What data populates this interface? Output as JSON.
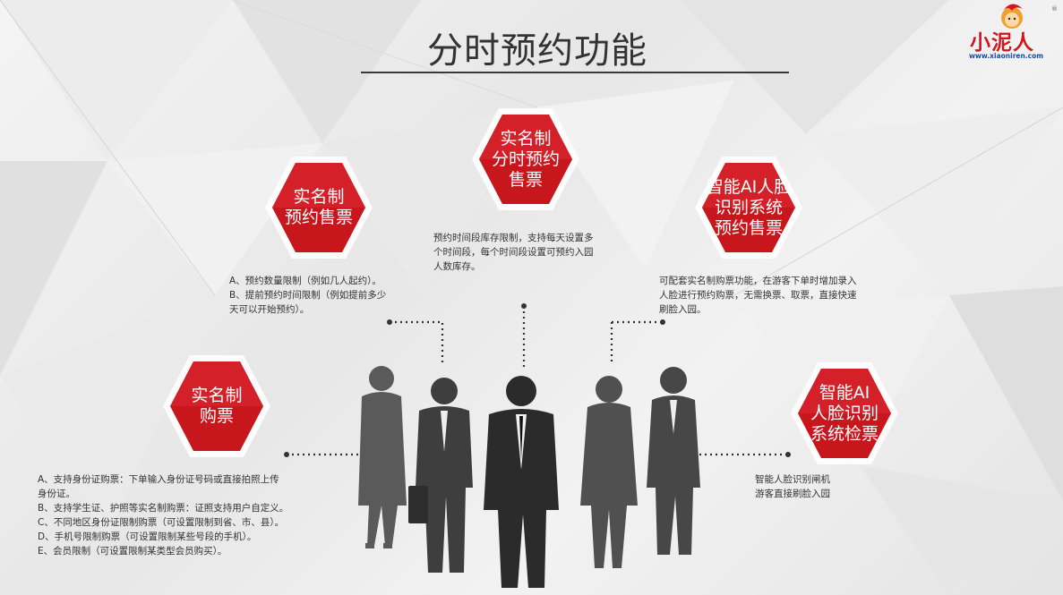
{
  "title": "分时预约功能",
  "logo": {
    "name": "小泥人",
    "url": "www.xiaoniren.com",
    "registered": "®"
  },
  "colors": {
    "accent": "#c8161d",
    "hex_dark": "#b01018",
    "hex_border": "#ffffff"
  },
  "features": [
    {
      "lines": [
        "实名制",
        "分时预约",
        "售票"
      ],
      "desc": [
        "预约时间段库存限制，支持每天设置多",
        "个时间段，每个时间段设置可预约入园",
        "人数库存。"
      ]
    },
    {
      "lines": [
        "实名制",
        "预约售票"
      ],
      "desc": [
        "A、预约数量限制（例如几人起约）。",
        "B、提前预约时间限制（例如提前多少",
        "天可以开始预约）。"
      ]
    },
    {
      "lines": [
        "智能AI人脸",
        "识别系统",
        "预约售票"
      ],
      "desc": [
        "可配套实名制购票功能，在游客下单时增加录入",
        "人脸进行预约购票，无需换票、取票，直接快速",
        "刷脸入园。"
      ]
    },
    {
      "lines": [
        "实名制",
        "购票"
      ],
      "desc": [
        "A、支持身份证购票：下单输入身份证号码或直接拍照上传",
        "身份证。",
        "B、支持学生证、护照等实名制购票：证照支持用户自定义。",
        "C、不同地区身份证限制购票（可设置限制到省、市、县）。",
        "D、手机号限制购票（可设置限制某些号段的手机）。",
        "E、会员限制（可设置限制某类型会员购买）。"
      ]
    },
    {
      "lines": [
        "智能AI",
        "人脸识别",
        "系统检票"
      ],
      "desc": [
        "智能人脸识别闸机",
        "游客直接刷脸入园"
      ]
    }
  ]
}
